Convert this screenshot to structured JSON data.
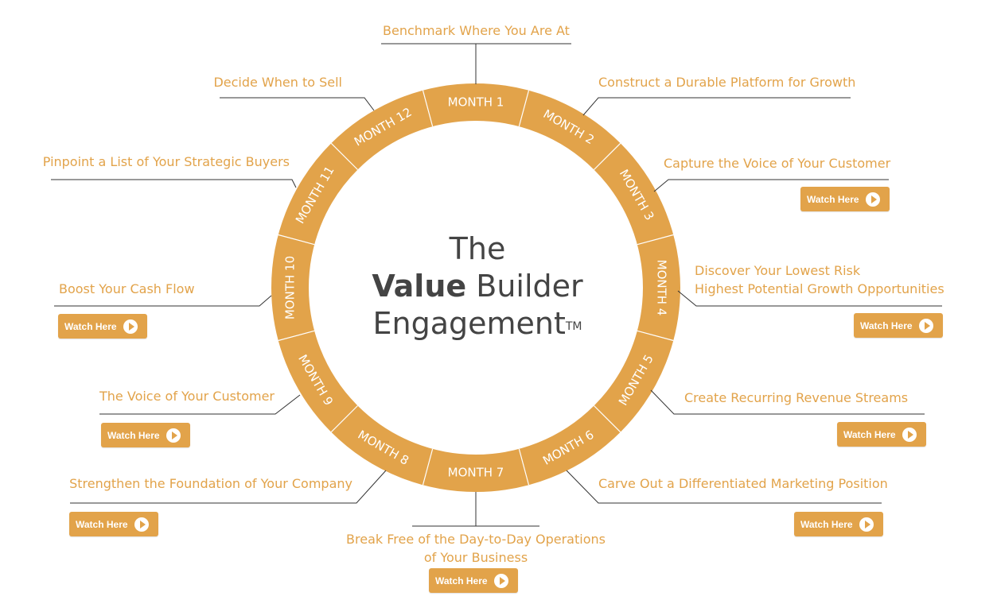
{
  "colors": {
    "accent": "#E2A34A",
    "ring_divider": "#ffffff",
    "title_text": "#444444",
    "leader_line": "#333333"
  },
  "center": {
    "line1": "The",
    "bold": "Value",
    "builder": "Builder",
    "line3": "Engagement",
    "tm": "TM"
  },
  "months": [
    "MONTH 1",
    "MONTH 2",
    "MONTH 3",
    "MONTH 4",
    "MONTH 5",
    "MONTH 6",
    "MONTH 7",
    "MONTH 8",
    "MONTH 9",
    "MONTH 10",
    "MONTH 11",
    "MONTH 12"
  ],
  "topics": {
    "m1": "Benchmark Where You Are At",
    "m2": "Construct a Durable Platform for Growth",
    "m3": "Capture the Voice of Your Customer",
    "m4_line1": "Discover Your Lowest Risk",
    "m4_line2": "Highest Potential Growth Opportunities",
    "m5": "Create Recurring Revenue Streams",
    "m6": "Carve Out a Differentiated Marketing Position",
    "m7_line1": "Break Free of the Day-to-Day Operations",
    "m7_line2": "of Your Business",
    "m8": "Strengthen the Foundation of Your Company",
    "m9": "The Voice of Your Customer",
    "m10": "Boost Your Cash Flow",
    "m11": "Pinpoint a List of Your Strategic Buyers",
    "m12": "Decide When to Sell"
  },
  "watch_label": "Watch Here",
  "icons": {
    "watch": "play-icon"
  }
}
